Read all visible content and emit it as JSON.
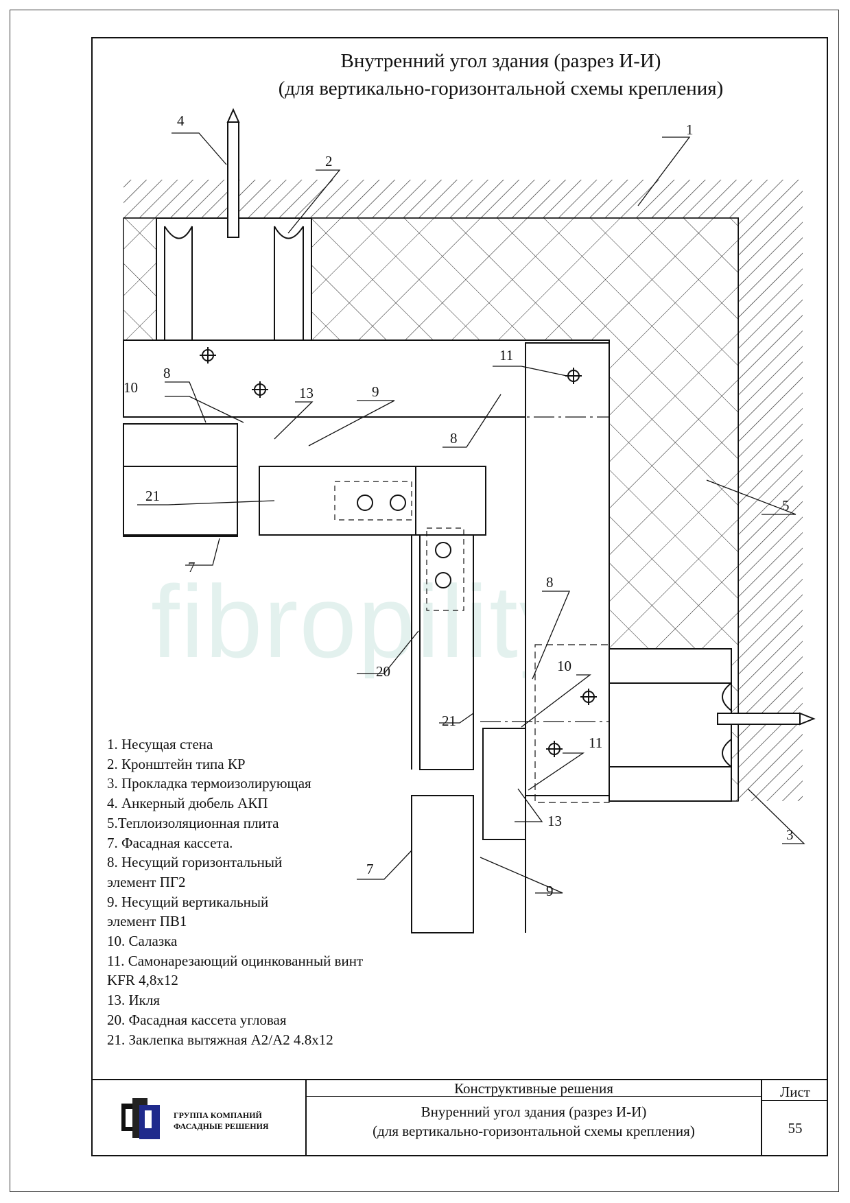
{
  "header": {
    "title_line1": "Внутренний угол здания (разрез И-И)",
    "title_line2": "(для вертикально-горизонтальной схемы крепления)"
  },
  "watermark": "fibropility.ru",
  "callouts": [
    "1",
    "2",
    "4",
    "5",
    "11",
    "8",
    "10",
    "13",
    "9",
    "8",
    "21",
    "7",
    "8",
    "20",
    "10",
    "21",
    "11",
    "13",
    "3",
    "7",
    "9"
  ],
  "legend": [
    "1. Несущая стена",
    "2. Кронштейн типа КР",
    "3. Прокладка термоизолирующая",
    "4. Анкерный дюбель АКП",
    "5.Теплоизоляционная плита",
    "7. Фасадная кассета.",
    "8. Несущий горизонтальный",
    "элемент ПГ2",
    "9. Несущий вертикальный",
    "элемент ПВ1",
    "10. Салазка",
    "11. Самонарезающий оцинкованный винт",
    "KFR 4,8x12",
    "13. Икля",
    "20. Фасадная кассета угловая",
    "21. Заклепка вытяжная А2/А2 4.8x12"
  ],
  "stamp": {
    "section": "Конструктивные решения",
    "sheet_label": "Лист",
    "sheet_number": "55",
    "desc_line1": "Внуренний угол здания (разрез И-И)",
    "desc_line2": "(для вертикально-горизонтальной схемы крепления)",
    "company_line1": "ГРУППА КОМПАНИЙ",
    "company_line2": "ФАСАДНЫЕ РЕШЕНИЯ"
  }
}
